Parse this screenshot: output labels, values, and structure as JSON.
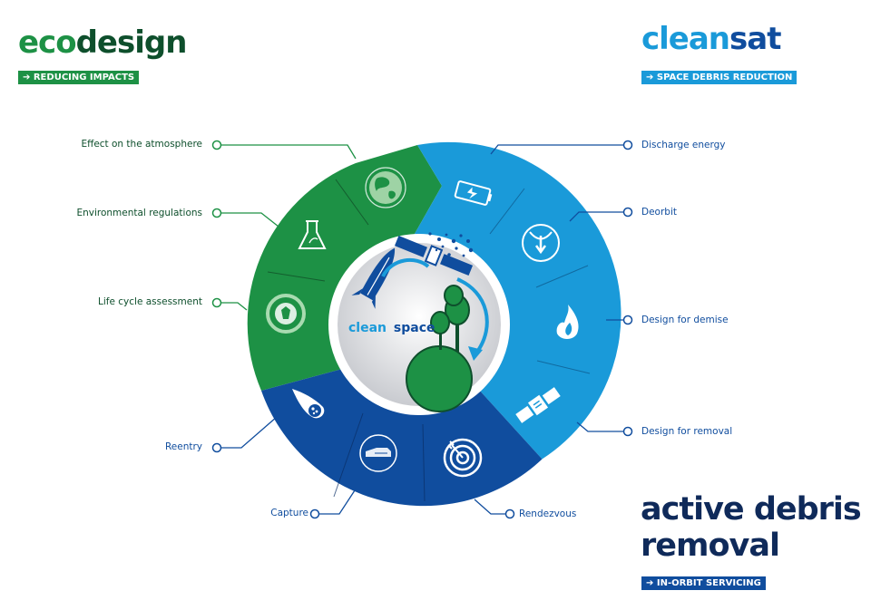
{
  "ecodesign": {
    "prefix": "eco",
    "suffix": "design",
    "tag": "➔ REDUCING IMPACTS"
  },
  "cleansat": {
    "prefix": "clean",
    "suffix": "sat",
    "tag": "➔ SPACE DEBRIS REDUCTION"
  },
  "adr": {
    "line1": "active debris",
    "line2": "removal",
    "tag": "➔ IN-ORBIT SERVICING"
  },
  "center": {
    "word1": "clean",
    "word2": "space"
  },
  "labels": {
    "atmosphere": "Effect on the atmosphere",
    "regulations": "Environmental regulations",
    "lifecycle": "Life cycle assessment",
    "reentry": "Reentry",
    "capture": "Capture",
    "rendezvous": "Rendezvous",
    "discharge": "Discharge energy",
    "deorbit": "Deorbit",
    "demise": "Design for demise",
    "removal": "Design for removal"
  },
  "colors": {
    "green": "#1d9145",
    "lightblue": "#1a9ad9",
    "darkblue": "#104d9e",
    "navy": "#0f2a5a",
    "darkgreen": "#0e4f2c"
  }
}
